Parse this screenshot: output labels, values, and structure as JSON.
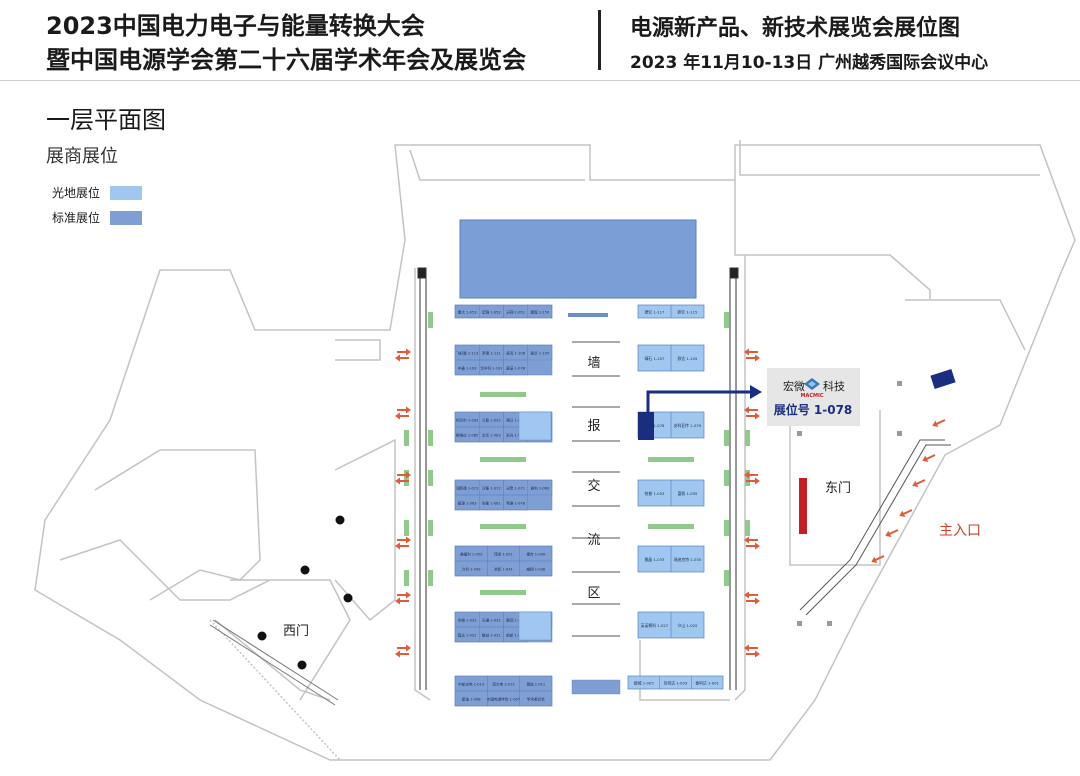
{
  "header": {
    "line1": "2023中国电力电子与能量转换大会",
    "line2": "暨中国电源学会第二十六届学术年会及展览会",
    "right_title": "电源新产品、新技术展览会展位图",
    "right_sub": "2023 年11月10-13日 广州越秀国际会议中心"
  },
  "floor_title": "一层平面图",
  "sub_title": "展商展位",
  "legend": [
    {
      "label": "光地展位",
      "color": "#9fc7ef"
    },
    {
      "label": "标准展位",
      "color": "#7f9fd4"
    }
  ],
  "colors": {
    "raw": "#9fc7ef",
    "standard": "#7f9fd4",
    "stage": "#7a9fd6",
    "green": "#8fc98c",
    "arrow": "#e05b3a",
    "navy": "#1a2e80",
    "wall": "#c3c3c3",
    "red_bar": "#c02026",
    "main_entry": "#c9412a"
  },
  "corridor_chars": [
    "墙",
    "报",
    "交",
    "流",
    "区"
  ],
  "gates": {
    "east": "东门",
    "west": "西门",
    "main_entry": "主入口"
  },
  "callout": {
    "brand_cn": "宏微",
    "brand_tail": "科技",
    "logo_text": "MACMIC",
    "booth_label": "展位号 1-078"
  },
  "booths": {
    "left": [
      [
        "康大 1-053",
        "宏锦 1-052",
        "天翔 1-051",
        "盟程 1-150"
      ],
      [
        "飞轩霖 1-113",
        "罗德 1-111",
        "泰克 1-108",
        "振华 1-105",
        "中鑫 1-103",
        "华中科 1-101",
        "盛诺 1-078"
      ],
      [
        "柯贝尔 1-093",
        "兰影 1-092",
        "顺日 1-091",
        "海芯 1-089",
        "斯维达 1-085",
        "太华 1-083",
        "彩光 1-081",
        "科锐 1-078"
      ],
      [
        "润新德 1-073",
        "汉集 1-072",
        "迅宝 1-071",
        "雅利 1-069",
        "盛源 1-063",
        "张衡 1-061",
        "希雅 1-078"
      ],
      [
        "雅福利 1-053",
        "博卓 1-051",
        "德吉 1-049",
        "力科 1-043",
        "求和 1-041",
        "威翔 1-038"
      ],
      [
        "举微 1-033",
        "天通 1-031",
        "鹏润 1-029",
        "金力和 1-023",
        "固达 1-022",
        "敏创 1-021",
        "航航 1-018"
      ],
      [
        "中航光电 1-013",
        "南大电 1-012",
        "健途 1-011",
        "星逸 1-008",
        "中国电源学会 1-007",
        "学术委员会"
      ]
    ],
    "right": [
      [
        "德亿 1-117",
        "欧亿 1-115"
      ],
      [
        "晴石 1-107",
        "欧达 1-105"
      ],
      [
        "宏微 1-078",
        "安科亚传 1-079"
      ],
      [
        "铭普 1-053",
        "富帆 1-055"
      ],
      [
        "雅晶 1-033",
        "瑞迪克特 1-035"
      ],
      [
        "英诺賽科 1-027",
        "众山 1-025"
      ],
      [
        "顺城 1-005",
        "佳纬达 1-003",
        "泰科达 1-001"
      ]
    ]
  }
}
